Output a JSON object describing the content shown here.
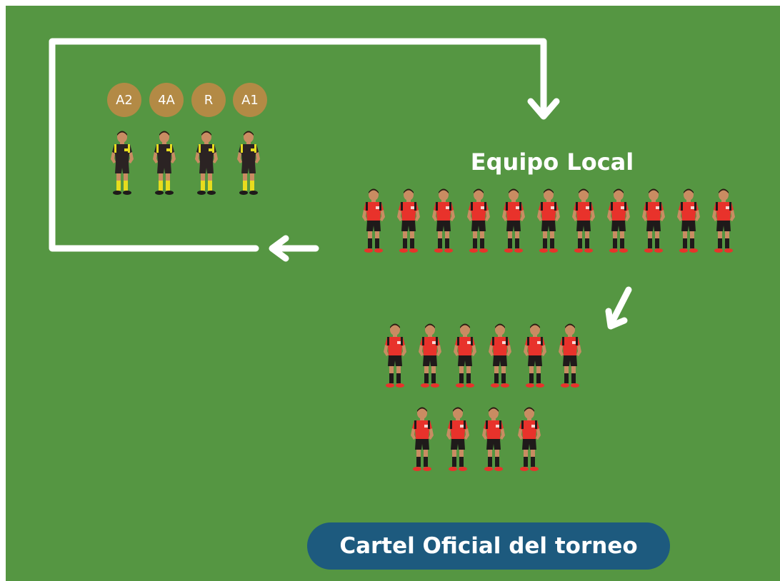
{
  "referee_roles": [
    "A2",
    "4A",
    "R",
    "A1"
  ],
  "team_label": "Equipo Local",
  "banner_text": "Cartel Oficial del torneo",
  "groups": {
    "referees": 4,
    "home_line": 11,
    "starters_front": 6,
    "starters_back": 4
  },
  "colors": {
    "field": "#559642",
    "route": "#ffffff",
    "badge": "#b38a45",
    "banner": "#1d5a7e",
    "player_shirt": "#e8322b",
    "player_shorts": "#1f1a1a",
    "referee_shirt": "#2b2323",
    "referee_trim": "#e7dc1e"
  }
}
